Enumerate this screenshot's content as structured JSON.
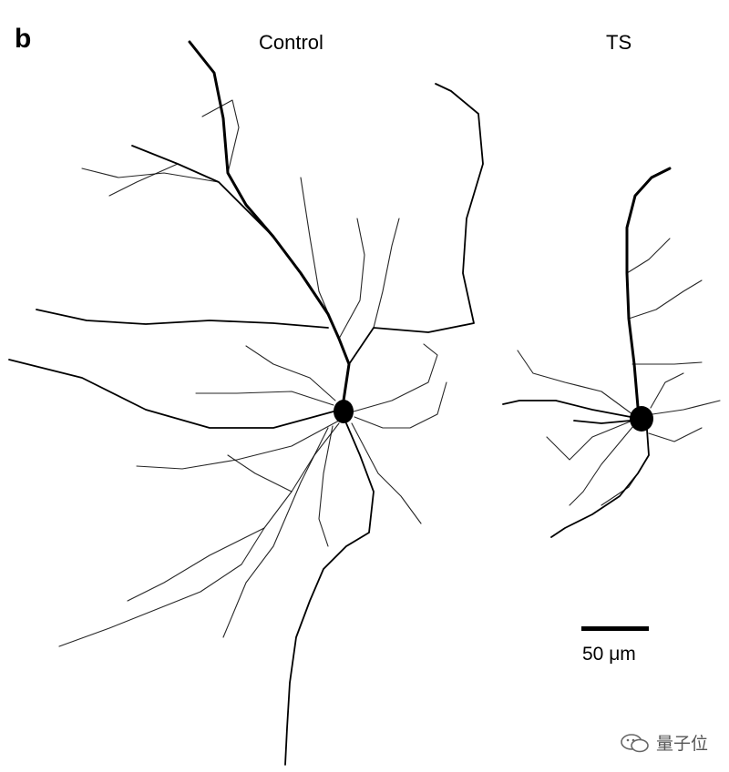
{
  "figure": {
    "panel_letter": "b",
    "conditions": {
      "control": "Control",
      "ts": "TS"
    },
    "scale_bar": {
      "label": "50 μm"
    },
    "watermark": {
      "text": "量子位",
      "icon": "wechat-icon"
    }
  }
}
